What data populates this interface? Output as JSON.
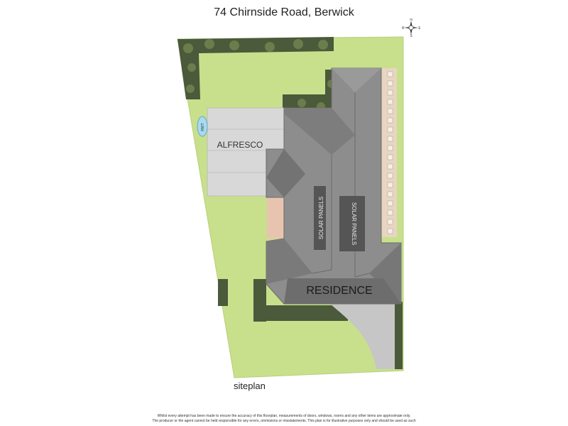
{
  "title": "74 Chirnside Road, Berwick",
  "labels": {
    "alfresco": "ALFRESCO",
    "residence": "RESIDENCE",
    "solar_panels_1": "SOLAR PANELS",
    "solar_panels_2": "SOLAR PANELS",
    "rwt": "RWT"
  },
  "compass": {
    "n": "N",
    "s": "S",
    "e": "E",
    "w": "W"
  },
  "caption": "siteplan",
  "disclaimer": {
    "line1": "Whilst every attempt has been made to ensure the accuracy of this floorplan, measurements of doors, windows, rooms and any other items are approximate only.",
    "line2": "The producer or the agent cannot be held responsible for any errors, ommisions or misstatements. This plan is for illustrative purposes only and should be used as such"
  },
  "colors": {
    "lawn": "#c8e08c",
    "roof_light": "#8d8d8d",
    "roof_dark": "#6d6d6d",
    "alfresco": "#d8d8d8",
    "deck": "#e8d5c2",
    "driveway": "#c6c6c6",
    "solar": "#555555",
    "tank": "#a8daf0"
  }
}
